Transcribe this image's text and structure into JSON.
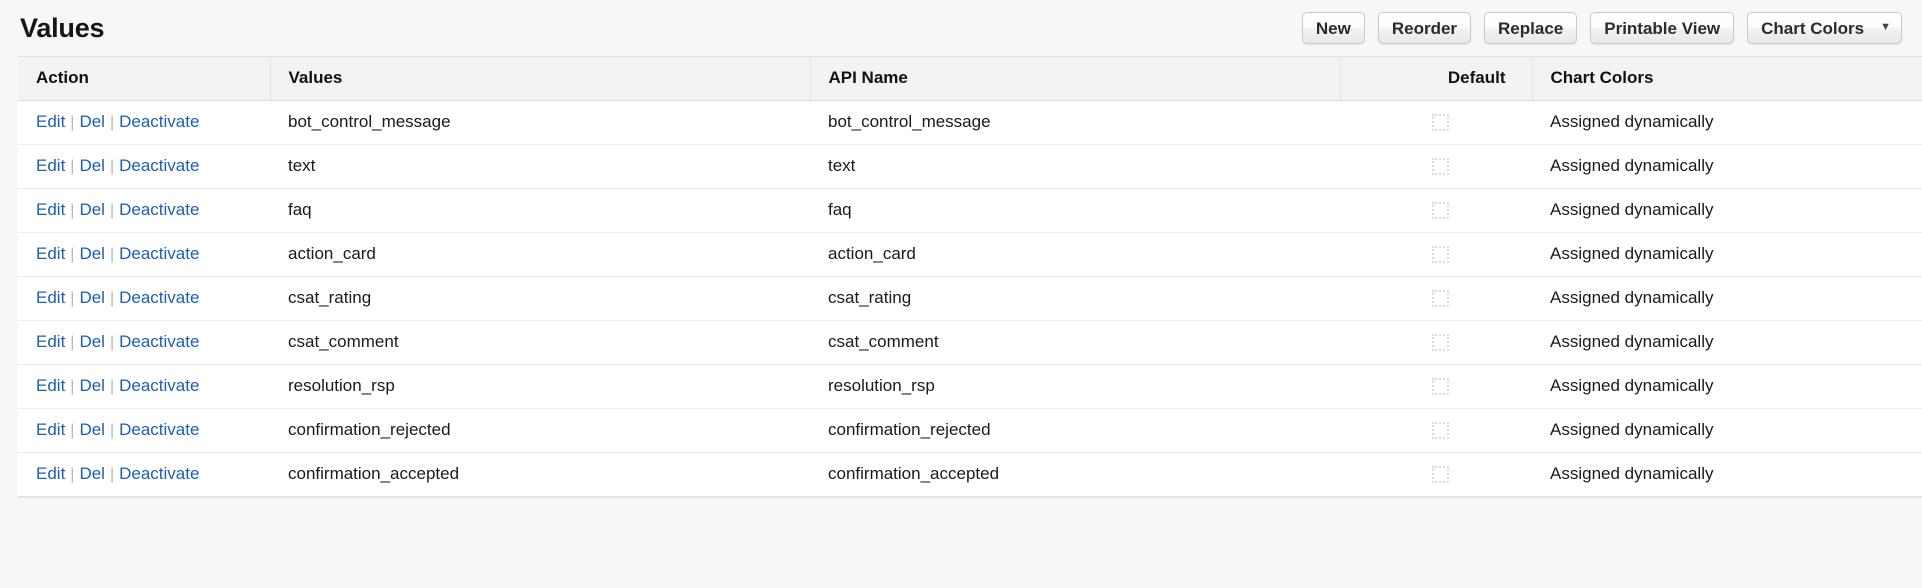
{
  "header": {
    "title": "Values"
  },
  "toolbar": {
    "buttons": [
      {
        "label": "New",
        "name": "new-button"
      },
      {
        "label": "Reorder",
        "name": "reorder-button"
      },
      {
        "label": "Replace",
        "name": "replace-button"
      },
      {
        "label": "Printable View",
        "name": "printable-view-button"
      }
    ],
    "menu": {
      "label": "Chart Colors",
      "caret": "▼"
    }
  },
  "table": {
    "columns": [
      {
        "label": "Action",
        "key": "action",
        "align": "left"
      },
      {
        "label": "Values",
        "key": "value",
        "align": "left"
      },
      {
        "label": "API Name",
        "key": "api_name",
        "align": "left"
      },
      {
        "label": "Default",
        "key": "default",
        "align": "right"
      },
      {
        "label": "Chart Colors",
        "key": "chart_color",
        "align": "left"
      }
    ],
    "row_actions": {
      "edit": "Edit",
      "delete": "Del",
      "deactivate": "Deactivate",
      "separator": "|"
    },
    "rows": [
      {
        "value": "bot_control_message",
        "api_name": "bot_control_message",
        "default": false,
        "chart_color": "Assigned dynamically"
      },
      {
        "value": "text",
        "api_name": "text",
        "default": false,
        "chart_color": "Assigned dynamically"
      },
      {
        "value": "faq",
        "api_name": "faq",
        "default": false,
        "chart_color": "Assigned dynamically"
      },
      {
        "value": "action_card",
        "api_name": "action_card",
        "default": false,
        "chart_color": "Assigned dynamically"
      },
      {
        "value": "csat_rating",
        "api_name": "csat_rating",
        "default": false,
        "chart_color": "Assigned dynamically"
      },
      {
        "value": "csat_comment",
        "api_name": "csat_comment",
        "default": false,
        "chart_color": "Assigned dynamically"
      },
      {
        "value": "resolution_rsp",
        "api_name": "resolution_rsp",
        "default": false,
        "chart_color": "Assigned dynamically"
      },
      {
        "value": "confirmation_rejected",
        "api_name": "confirmation_rejected",
        "default": false,
        "chart_color": "Assigned dynamically"
      },
      {
        "value": "confirmation_accepted",
        "api_name": "confirmation_accepted",
        "default": false,
        "chart_color": "Assigned dynamically"
      }
    ]
  },
  "colors": {
    "link": "#1c5fb0",
    "header_bg": "#f2f3f3",
    "page_bg": "#f7f7f7",
    "text": "#1a1a1a"
  }
}
